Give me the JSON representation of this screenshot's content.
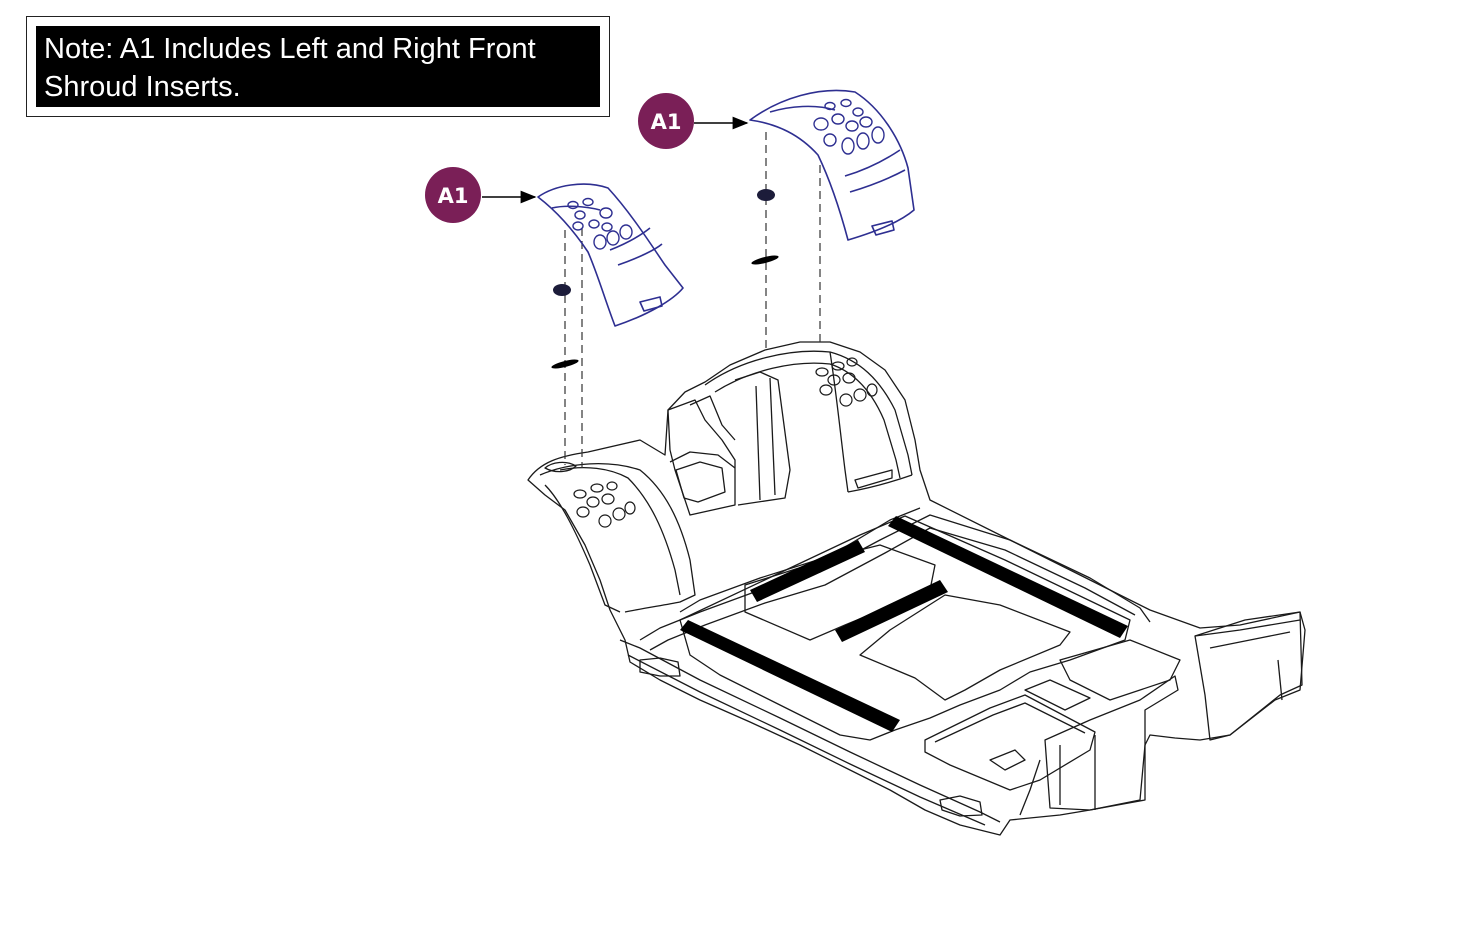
{
  "note": {
    "line1": "Note: A1 Includes Left and Right Front",
    "line2": "Shroud Inserts."
  },
  "callouts": [
    {
      "label": "A1",
      "part": "left-front-shroud-insert"
    },
    {
      "label": "A1",
      "part": "right-front-shroud-insert"
    }
  ],
  "colors": {
    "callout_fill": "#7a1f57",
    "insert_stroke": "#2e2f91",
    "line_art": "#1a1a1a",
    "note_background": "#000000",
    "note_text": "#ffffff"
  }
}
